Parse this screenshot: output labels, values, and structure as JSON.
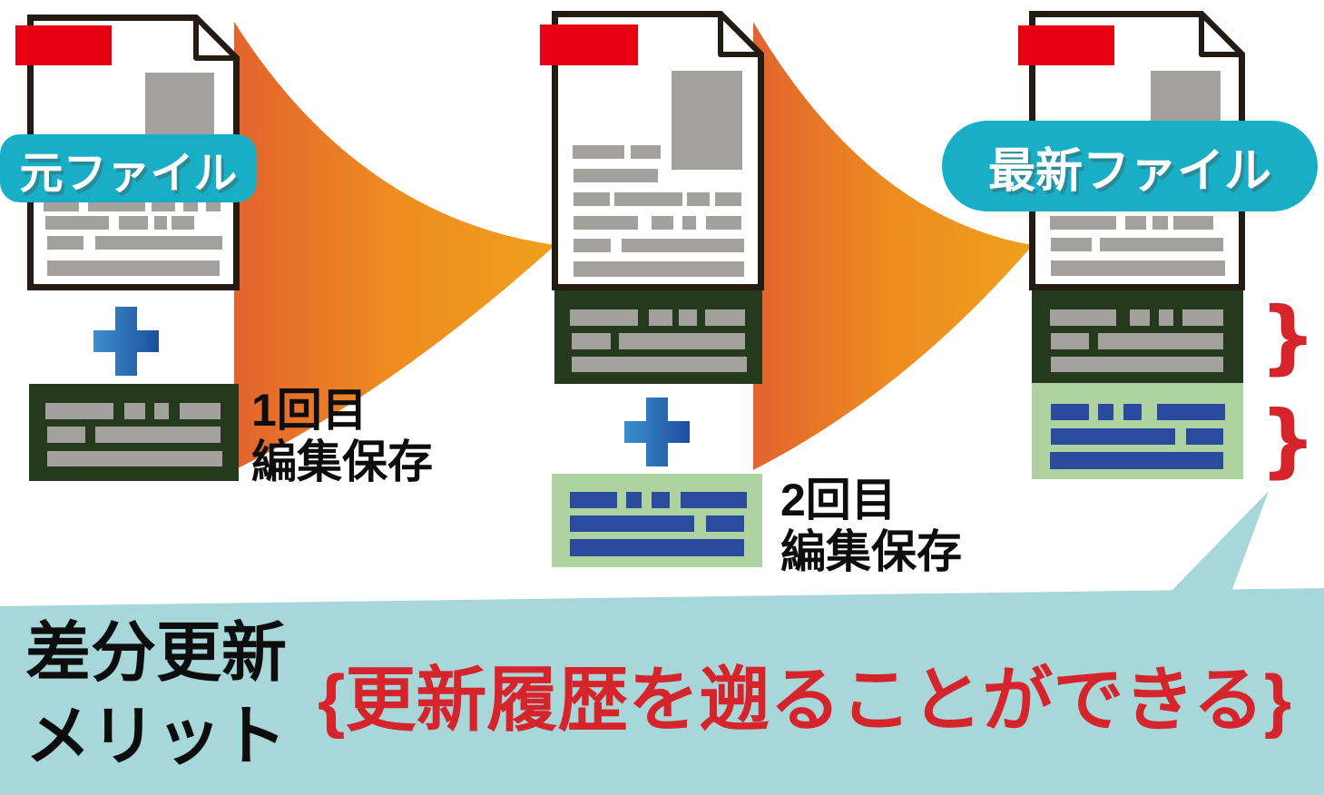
{
  "file_labels": {
    "original_file": "元ファイル",
    "latest_file": "最新ファイル"
  },
  "edit_steps": {
    "first": {
      "line1": "1回目",
      "line2": "編集保存"
    },
    "second": {
      "line1": "2回目",
      "line2": "編集保存"
    }
  },
  "brace_glyph": "}",
  "banner": {
    "heading_line1": "差分更新",
    "heading_line2": "メリット",
    "highlight": "{更新履歴を遡ることができる}"
  },
  "icons": {
    "plus_icon": "+",
    "flow_arrow_icon": "▶",
    "brace_icon": "}"
  },
  "colors": {
    "red_tab": "#e60012",
    "red_text": "#d5242c",
    "teal_label": "#18aec5",
    "banner_bg": "#a8d7d9",
    "dark_green": "#253a1d",
    "light_green": "#aed2a0",
    "gray_bar": "#a3a19e",
    "blue_bar": "#2a4b9e",
    "orange_start": "#e2632e",
    "orange_end": "#efa01c",
    "plus_blue_start": "#3e8fcb",
    "plus_blue_end": "#1c4f9e",
    "page_border": "#241b12"
  }
}
